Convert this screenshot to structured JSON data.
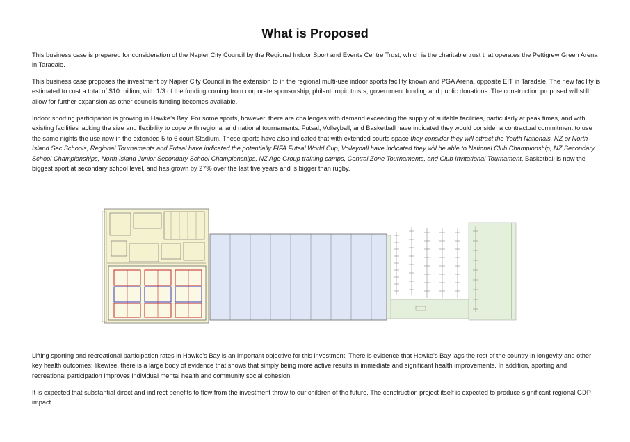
{
  "title": "What is Proposed",
  "p1": "This business case is prepared for consideration of the Napier City Council by the Regional Indoor Sport and Events Centre Trust, which is the charitable trust that operates the Pettigrew Green Arena in Taradale.",
  "p2": "This business case proposes the investment by Napier City Council in the extension to in the regional multi-use indoor sports facility known and PGA Arena, opposite EIT in Taradale. The new facility is estimated to cost a total of $10 million, with 1/3 of the funding coming from corporate sponsorship, philanthropic trusts, government funding and public donations. The construction proposed will still allow for further expansion as other councils funding becomes available,",
  "p3_a": "Indoor sporting participation is growing in Hawke’s Bay. For some sports, however, there are challenges with demand exceeding the supply of suitable facilities, particularly at peak times, and with existing facilities lacking the size and flexibility to cope with regional and national tournaments. Futsal, Volleyball, and Basketball have indicated they would consider a contractual commitment to use the same nights the use now in the extended 5 to 6 court Stadium. These sports have also indicated that with extended courts space",
  "p3_b": "they consider they will attract the Youth Nationals, NZ or North Island Sec Schools, Regional Tournaments and Futsal have indicated the potentially FIFA Futsal World Cup, Volleyball have indicated they will be able to National Club Championship, NZ Secondary School Championships, North Island Junior Secondary School Championships, NZ Age Group training camps, Central Zone Tournaments, and Club Invitational Tournament",
  "p3_c": ". Basketball is now the biggest sport at secondary school level, and has grown by 27% over the last five years and is bigger than rugby.",
  "p4": "Lifting sporting and recreational participation rates in Hawke’s Bay is an important objective for this investment. There is evidence that Hawke’s Bay lags the rest of the country in longevity and other key health outcomes; likewise, there is a large body of evidence that shows that simply being more active results in immediate and significant health improvements. In addition, sporting and recreational participation improves individual mental health and community social cohesion.",
  "p5": "It is expected that substantial direct and indirect benefits to flow from the investment throw to our children of the future. The construction project itself is expected to produce significant regional GDP impact.",
  "plan": {
    "existing_color": "#f5f2cf",
    "extension_color": "#dfe7f6",
    "parking_color": "#e4efdc",
    "court_line_color": "#c0282a",
    "court_line_color_2": "#3a3ab0"
  }
}
